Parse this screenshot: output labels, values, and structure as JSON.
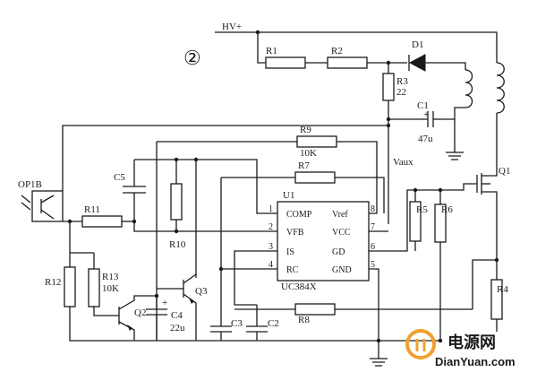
{
  "figure": {
    "marker": "②"
  },
  "supply": {
    "hv": "HV+"
  },
  "components": {
    "r1": "R1",
    "r2": "R2",
    "r3": "R3",
    "r3_value": "22",
    "d1": "D1",
    "c1": "C1",
    "c1_value": "47u",
    "r9": "R9",
    "r9_value": "10K",
    "r7": "R7",
    "vaux": "Vaux",
    "c5": "C5",
    "op1b": "OP1B",
    "r11": "R11",
    "r10": "R10",
    "r12": "R12",
    "r13": "R13",
    "r13_value": "10K",
    "q2": "Q2",
    "c4": "C4",
    "c4_value": "22u",
    "q3": "Q3",
    "c3": "C3",
    "c2": "C2",
    "r8": "R8",
    "r5": "R5",
    "r6": "R6",
    "r4": "R4",
    "q1": "Q1"
  },
  "ic": {
    "ref": "U1",
    "part": "UC384X",
    "left_pins": [
      {
        "num": "1",
        "name": "COMP"
      },
      {
        "num": "2",
        "name": "VFB"
      },
      {
        "num": "3",
        "name": "IS"
      },
      {
        "num": "4",
        "name": "RC"
      }
    ],
    "right_pins": [
      {
        "num": "8",
        "name": "Vref"
      },
      {
        "num": "7",
        "name": "VCC"
      },
      {
        "num": "6",
        "name": "GD"
      },
      {
        "num": "5",
        "name": "GND"
      }
    ]
  },
  "watermark": {
    "cn": "电源网",
    "url": "DianYuan.com",
    "color": "#f0a030"
  }
}
